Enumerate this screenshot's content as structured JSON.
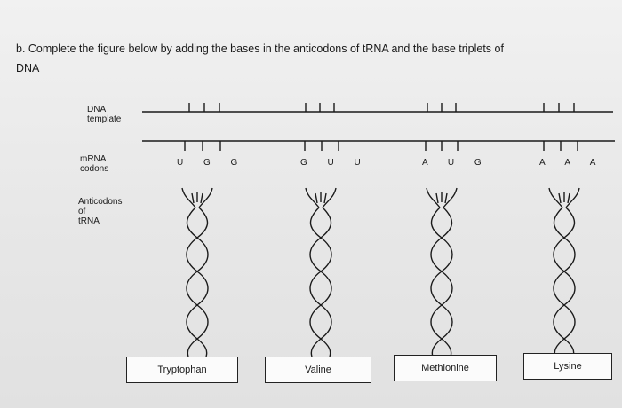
{
  "question": {
    "line1": "b. Complete the figure below by adding the bases in the anticodons of tRNA and the base triplets of",
    "line2": "DNA"
  },
  "row_labels": {
    "dna_template": [
      "DNA",
      "template"
    ],
    "mrna_codons": [
      "mRNA",
      "codons"
    ],
    "anticodons": [
      "Anticodons",
      "of",
      "tRNA"
    ]
  },
  "codons": [
    "U G G",
    "G U U",
    "A U G",
    "A A A"
  ],
  "amino_acids": [
    "Tryptophan",
    "Valine",
    "Methionine",
    "Lysine"
  ],
  "colors": {
    "ink": "#1a1a1a",
    "box_fill": "#fbfbfb"
  }
}
